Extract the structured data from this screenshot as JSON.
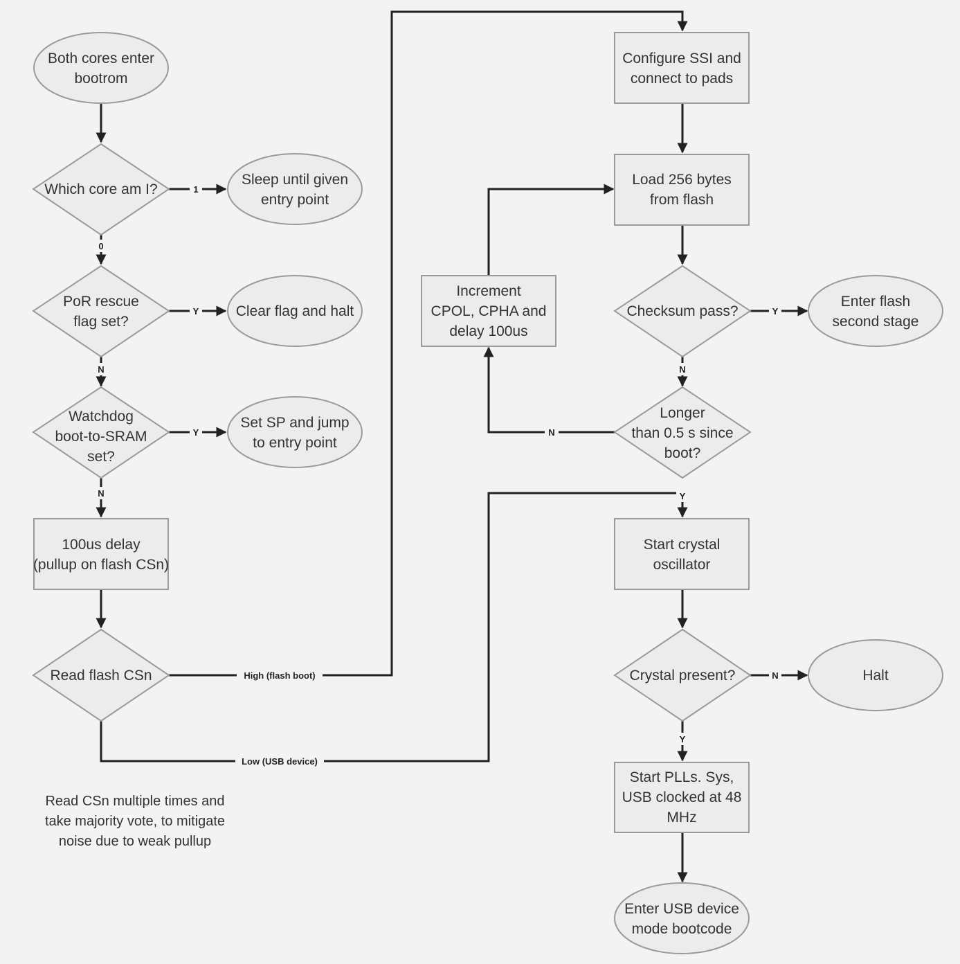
{
  "nodes": {
    "start": {
      "lines": [
        "Both cores enter",
        "bootrom"
      ]
    },
    "which_core": {
      "lines": [
        "Which core am I?"
      ]
    },
    "sleep": {
      "lines": [
        "Sleep until given",
        "entry point"
      ]
    },
    "por_rescue": {
      "lines": [
        "PoR rescue",
        "flag set?"
      ]
    },
    "clear_halt": {
      "lines": [
        "Clear flag and halt"
      ]
    },
    "watchdog": {
      "lines": [
        "Watchdog",
        "boot-to-SRAM",
        "set?"
      ]
    },
    "set_sp": {
      "lines": [
        "Set SP and jump",
        "to entry point"
      ]
    },
    "delay": {
      "lines": [
        "100us delay",
        "(pullup on flash CSn)"
      ]
    },
    "read_csn": {
      "lines": [
        "Read flash CSn"
      ]
    },
    "configure_ssi": {
      "lines": [
        "Configure SSI and",
        "connect to pads"
      ]
    },
    "load_256": {
      "lines": [
        "Load 256 bytes",
        "from flash"
      ]
    },
    "increment": {
      "lines": [
        "Increment",
        "CPOL, CPHA and",
        "delay 100us"
      ]
    },
    "checksum": {
      "lines": [
        "Checksum pass?"
      ]
    },
    "enter_flash": {
      "lines": [
        "Enter flash",
        "second stage"
      ]
    },
    "longer": {
      "lines": [
        "Longer",
        "than 0.5 s since",
        "boot?"
      ]
    },
    "start_crystal": {
      "lines": [
        "Start crystal",
        "oscillator"
      ]
    },
    "crystal_present": {
      "lines": [
        "Crystal present?"
      ]
    },
    "halt": {
      "lines": [
        "Halt"
      ]
    },
    "start_plls": {
      "lines": [
        "Start PLLs. Sys,",
        "USB clocked at 48",
        "MHz"
      ]
    },
    "enter_usb": {
      "lines": [
        "Enter USB device",
        "mode bootcode"
      ]
    }
  },
  "edge_labels": {
    "core_1": "1",
    "core_0": "0",
    "por_y": "Y",
    "por_n": "N",
    "wd_y": "Y",
    "wd_n": "N",
    "flash_boot": "High (flash boot)",
    "usb_device": "Low (USB device)",
    "checksum_y": "Y",
    "checksum_n": "N",
    "longer_n": "N",
    "longer_y": "Y",
    "crystal_n": "N",
    "crystal_y": "Y"
  },
  "note": {
    "lines": [
      "Read CSn multiple times and",
      "take majority vote, to mitigate",
      "noise due to weak pullup"
    ]
  }
}
